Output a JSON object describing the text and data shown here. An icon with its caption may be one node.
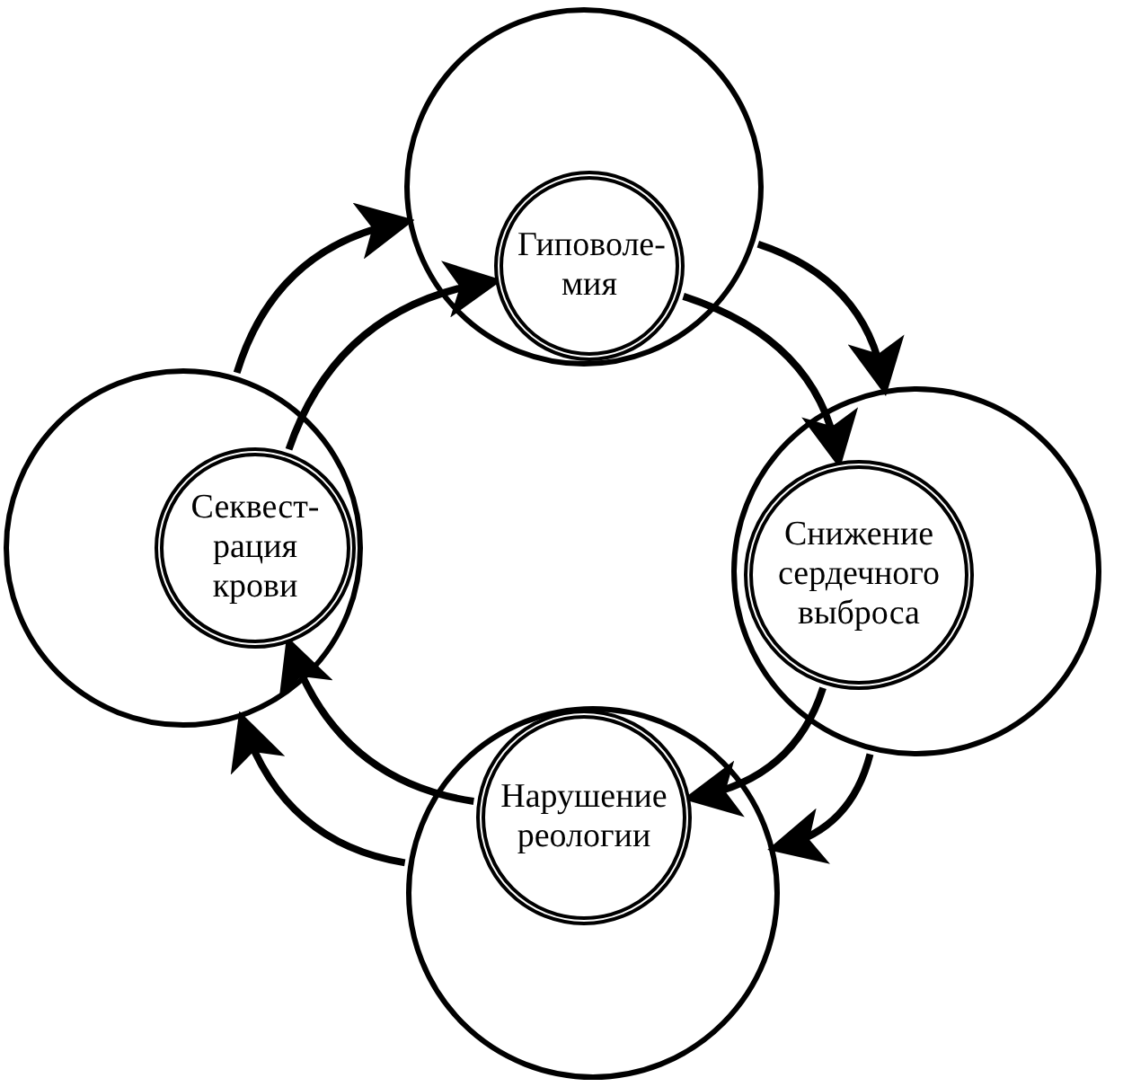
{
  "diagram": {
    "nodes": [
      {
        "text": [],
        "shape": "circle"
      },
      {
        "text": [
          "Гиповоле-мия"
        ],
        "in": 0
      },
      {
        "text": [],
        "shape": "circle"
      },
      {
        "text": [
          "Снижение сердечного выброса"
        ],
        "in": 2
      },
      {
        "text": [],
        "shape": "circle"
      },
      {
        "text": [
          "Нарушение реологии"
        ],
        "in": 4
      },
      {
        "text": [],
        "shape": "circle"
      },
      {
        "text": [
          "Секвест-рация крови"
        ],
        "in": 6
      }
    ],
    "edges": [
      {
        "from": 1,
        "to": 3,
        "arrow": "to"
      },
      {
        "from": 3,
        "to": 5,
        "arrow": "to"
      },
      {
        "from": 5,
        "to": 7,
        "arrow": "to"
      },
      {
        "from": 7,
        "to": 1,
        "arrow": "to"
      },
      {
        "from": 0,
        "to": 2,
        "arrow": "to"
      },
      {
        "from": 2,
        "to": 4,
        "arrow": "to"
      },
      {
        "from": 4,
        "to": 6,
        "arrow": "to"
      },
      {
        "from": 6,
        "to": 0,
        "arrow": "to"
      }
    ]
  }
}
